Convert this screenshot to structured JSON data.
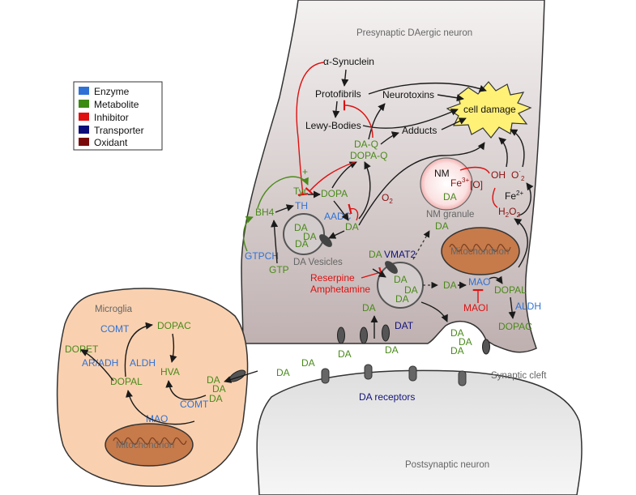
{
  "colors": {
    "enzyme": "#2f72d6",
    "metabolite": "#4a8a1a",
    "inhibitor": "#dd1111",
    "transporter": "#13137a",
    "oxidant": "#8a1010",
    "neuron_fill": "#c9bcbc",
    "microglia_fill": "#fad1b0",
    "mitochondrion_fill": "#c77a4a",
    "cell_damage_fill": "#fff176"
  },
  "legend": {
    "items": [
      {
        "label": "Enzyme",
        "color": "#2f72d6"
      },
      {
        "label": "Metabolite",
        "color": "#3c8a14"
      },
      {
        "label": "Inhibitor",
        "color": "#e01010"
      },
      {
        "label": "Transporter",
        "color": "#0e0e7a"
      },
      {
        "label": "Oxidant",
        "color": "#7a0a0a"
      }
    ]
  },
  "regions": {
    "presynaptic": "Presynaptic DAergic neuron",
    "postsynaptic": "Postsynaptic neuron",
    "synaptic_cleft": "Synaptic cleft",
    "microglia": "Microglia",
    "da_vesicles": "DA Vesicles",
    "nm_granule": "NM granule",
    "mitochondrion": "Mitochondrion"
  },
  "presynaptic": {
    "alpha_synuclein": "α-Synuclein",
    "protofibrils": "Protofibrils",
    "lewy_bodies": "Lewy-Bodies",
    "neurotoxins": "Neurotoxins",
    "adducts": "Adducts",
    "cell_damage": "cell damage",
    "da_q": "DA-Q",
    "dopa_q": "DOPA-Q",
    "tyr": "Tyr",
    "th": "TH",
    "dopa": "DOPA",
    "aadc": "AADC",
    "da": "DA",
    "bh4": "BH4",
    "gtpch": "GTPCH",
    "gtp": "GTP",
    "plus": "+",
    "o2": "O",
    "o2_sub": "2",
    "nm": "NM",
    "fe3": "Fe",
    "fe3_sup": "3+",
    "o_bracket": "[O]",
    "oh": "OH",
    "o2_rad": "O",
    "o2_rad_sup": "·",
    "o2_rad_sub": "2",
    "fe2": "Fe",
    "fe2_sup": "2+",
    "h2o2": "H",
    "h2o2_a": "2",
    "h2o2_b": "O",
    "h2o2_c": "2",
    "vmat2": "VMAT2",
    "reserpine": "Reserpine",
    "amphetamine": "Amphetamine",
    "mao": "MAO",
    "maoi": "MAOI",
    "dopal": "DOPAL",
    "aldh": "ALDH",
    "dopac": "DOPAC",
    "dat": "DAT"
  },
  "postsynaptic": {
    "da_receptors": "DA receptors"
  },
  "microglia": {
    "comt_top": "COMT",
    "dopac": "DOPAC",
    "dopet": "DOPET",
    "ar_adh": "AR/ADH",
    "aldh": "ALDH",
    "hva": "HVA",
    "dopal": "DOPAL",
    "comt": "COMT",
    "mao": "MAO"
  }
}
